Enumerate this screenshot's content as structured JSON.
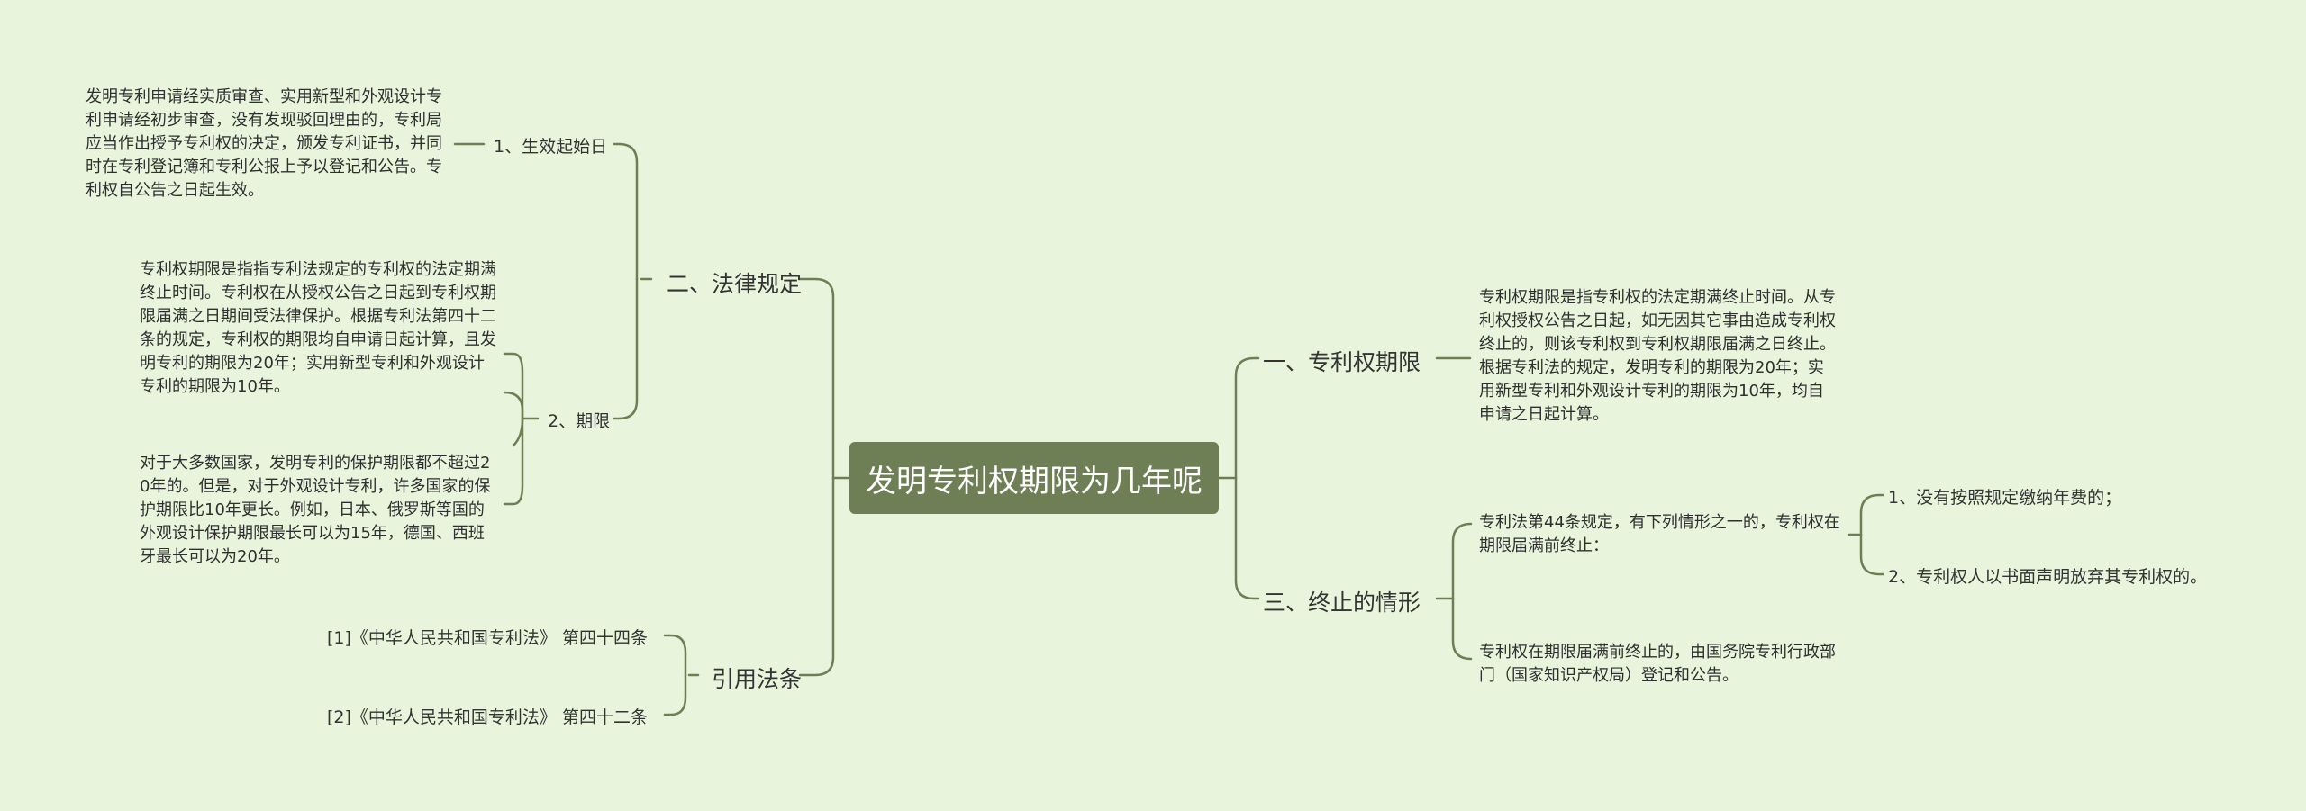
{
  "root": {
    "label": "发明专利权期限为几年呢"
  },
  "left": {
    "legal": {
      "label": "二、法律规定",
      "effective": {
        "label": "1、生效起始日",
        "text": "发明专利申请经实质审查、实用新型和外观设计专利申请经初步审查，没有发现驳回理由的，专利局应当作出授予专利权的决定，颁发专利证书，并同时在专利登记簿和专利公报上予以登记和公告。专利权自公告之日起生效。"
      },
      "term": {
        "label": "2、期限",
        "text1": "专利权期限是指指专利法规定的专利权的法定期满终止时间。专利权在从授权公告之日起到专利权期限届满之日期间受法律保护。根据专利法第四十二条的规定，专利权的期限均自申请日起计算，且发明专利的期限为20年；实用新型专利和外观设计专利的期限为10年。",
        "text2": "对于大多数国家，发明专利的保护期限都不超过20年的。但是，对于外观设计专利，许多国家的保护期限比10年更长。例如，日本、俄罗斯等国的外观设计保护期限最长可以为15年，德国、西班牙最长可以为20年。"
      }
    },
    "citations": {
      "label": "引用法条",
      "items": [
        "[1]《中华人民共和国专利法》 第四十四条",
        "[2]《中华人民共和国专利法》 第四十二条"
      ]
    }
  },
  "right": {
    "term": {
      "label": "一、专利权期限",
      "text": "专利权期限是指专利权的法定期满终止时间。从专利权授权公告之日起，如无因其它事由造成专利权终止的，则该专利权到专利权期限届满之日终止。根据专利法的规定，发明专利的期限为20年；实用新型专利和外观设计专利的期限为10年，均自申请之日起计算。"
    },
    "termination": {
      "label": "三、终止的情形",
      "intro": "专利法第44条规定，有下列情形之一的，专利权在期限届满前终止：",
      "cases": [
        "1、没有按照规定缴纳年费的；",
        "2、专利权人以书面声明放弃其专利权的。"
      ],
      "note": "专利权在期限届满前终止的，由国务院专利行政部门（国家知识产权局）登记和公告。"
    }
  },
  "colors": {
    "root_bg": "#6f7f55",
    "line": "#6f7f55",
    "background": "#e8f5dc"
  }
}
